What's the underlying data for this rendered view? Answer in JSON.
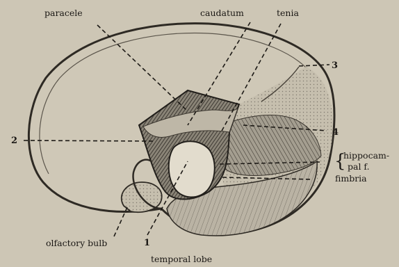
{
  "labels": {
    "paracele": "paracele",
    "caudatum": "caudatum",
    "tenia": "tenia",
    "n3": "3",
    "n2": "2",
    "n4": "4",
    "hippocampal_1": "hippocam-",
    "hippocampal_2": "pal f.",
    "brace": "{",
    "fimbria": "fimbria",
    "olfactory_bulb": "olfactory bulb",
    "n1": "1",
    "temporal_lobe": "temporal lobe"
  }
}
